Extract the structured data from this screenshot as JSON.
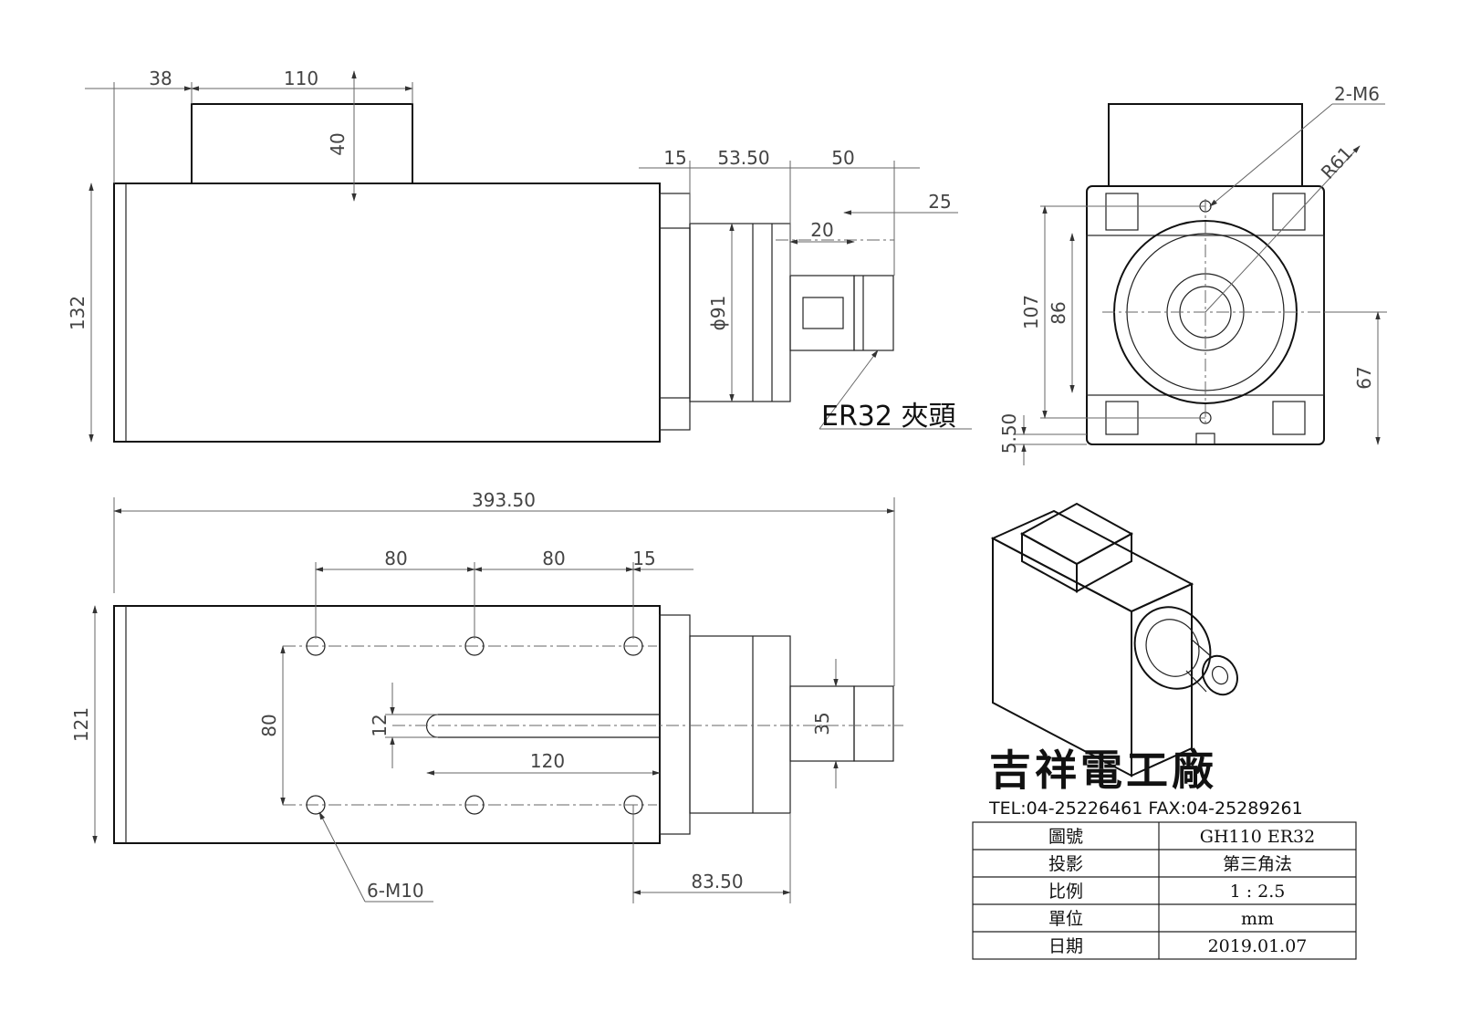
{
  "dimensions": {
    "top_38": "38",
    "top_110": "110",
    "top_40": "40",
    "top_132": "132",
    "top_15": "15",
    "top_53_50": "53.50",
    "top_50": "50",
    "top_25": "25",
    "top_20": "20",
    "top_dia91": "ϕ91",
    "side_2m6": "2-M6",
    "side_r61": "R61",
    "side_107": "107",
    "side_86": "86",
    "side_67": "67",
    "side_5_50": "5.50",
    "bot_393_50": "393.50",
    "bot_80a": "80",
    "bot_80b": "80",
    "bot_15": "15",
    "bot_121": "121",
    "bot_80v": "80",
    "bot_12": "12",
    "bot_120": "120",
    "bot_35": "35",
    "bot_83_50": "83.50",
    "bot_6m10": "6-M10"
  },
  "callout": {
    "collet": "ER32 夾頭"
  },
  "company": {
    "name": "吉祥電工廠",
    "contact": "TEL:04-25226461   FAX:04-25289261"
  },
  "title_block": {
    "rows": [
      {
        "label": "圖號",
        "value": "GH110  ER32"
      },
      {
        "label": "投影",
        "value": "第三角法"
      },
      {
        "label": "比例",
        "value": "1 : 2.5"
      },
      {
        "label": "單位",
        "value": "mm"
      },
      {
        "label": "日期",
        "value": "2019.01.07"
      }
    ]
  },
  "colors": {
    "line": "#111111",
    "dimension": "#444444",
    "background": "#ffffff"
  }
}
